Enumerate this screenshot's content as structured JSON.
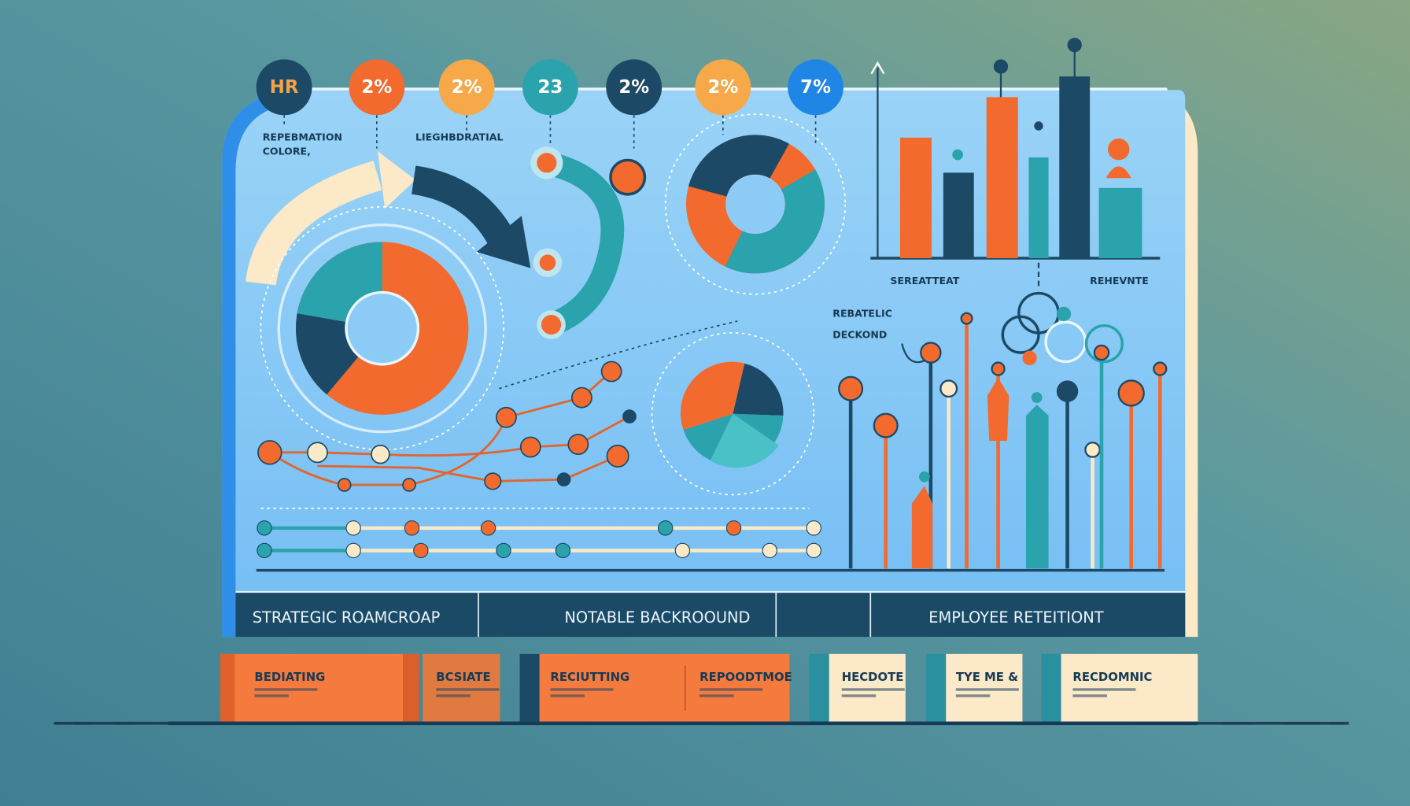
{
  "badges": [
    {
      "label": "HR",
      "color": "#1c4a66",
      "text_color": "#f3a347"
    },
    {
      "label": "2%",
      "color": "#f26a2e",
      "text_color": "#ffffff"
    },
    {
      "label": "2%",
      "color": "#f7a94a",
      "text_color": "#ffffff"
    },
    {
      "label": "23",
      "color": "#2aa3ad",
      "text_color": "#ffffff"
    },
    {
      "label": "2%",
      "color": "#1c4a66",
      "text_color": "#ffffff"
    },
    {
      "label": "2%",
      "color": "#f7a94a",
      "text_color": "#ffffff"
    },
    {
      "label": "7%",
      "color": "#1f86e6",
      "text_color": "#ffffff"
    }
  ],
  "labels": {
    "info_line1": "REPEBMATION",
    "info_line2": "COLORE,",
    "center_label": "LIEGHBDRATIAL",
    "bar_left": "SEREATTEAT",
    "bar_right": "REHEVNTE",
    "side_line1": "REBATELIC",
    "side_line2": "DECKOND"
  },
  "band": {
    "left": "STRATEGIC ROAMCROAP",
    "middle": "NOTABLE BACKROOUND",
    "right": "EMPLOYEE RETEITIONT"
  },
  "cards": [
    {
      "title": "BEDIATING"
    },
    {
      "title": "BCSIATE"
    },
    {
      "title": "RECIUTTING"
    },
    {
      "title": "REPOODTMOE"
    },
    {
      "title": "HECDOTE"
    },
    {
      "title": "TYE ME &"
    },
    {
      "title": "RECDOMNIC"
    }
  ],
  "colors": {
    "navy": "#1c4a66",
    "orange": "#f26a2e",
    "teal": "#2aa3ad",
    "cream": "#fbe9c8",
    "panel": "#8ccbf5"
  }
}
